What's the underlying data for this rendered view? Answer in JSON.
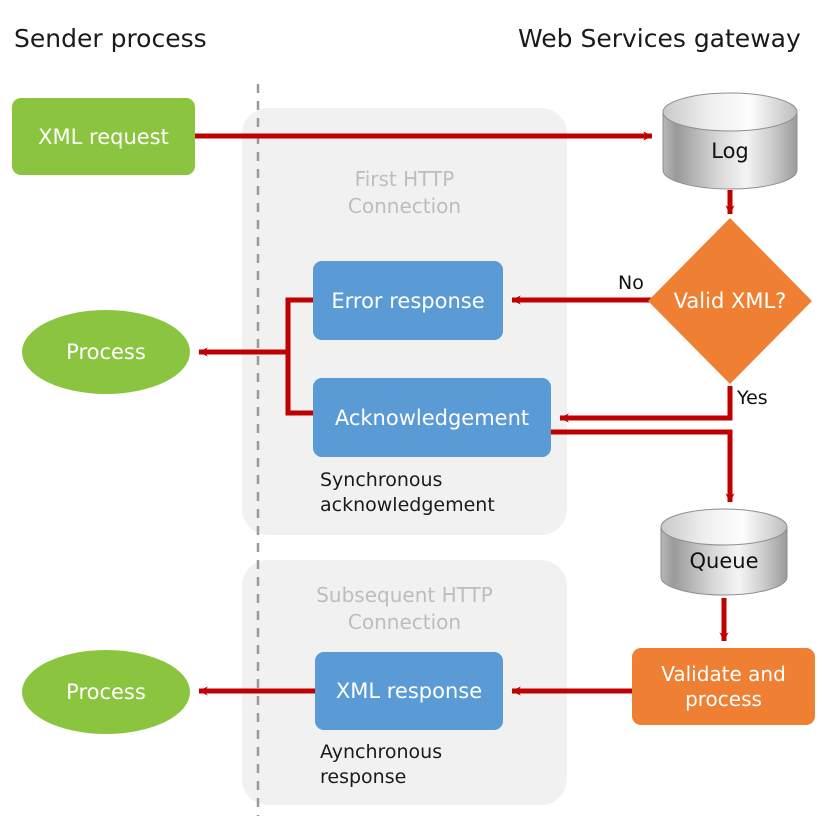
{
  "headers": {
    "left": "Sender process",
    "right": "Web Services gateway"
  },
  "panels": [
    {
      "label": "First HTTP\nConnection"
    },
    {
      "label": "Subsequent HTTP\nConnection"
    }
  ],
  "nodes": {
    "xml_request": "XML request",
    "log": "Log",
    "valid_xml": "Valid XML?",
    "error_response": "Error response",
    "acknowledgement": "Acknowledgement",
    "process_top": "Process",
    "queue": "Queue",
    "validate_and_process": "Validate and\nprocess",
    "xml_response": "XML response",
    "process_bottom": "Process"
  },
  "captions": {
    "sync": "Synchronous\nacknowledgement",
    "async": "Aynchronous\nresponse"
  },
  "edge_labels": {
    "no": "No",
    "yes": "Yes"
  },
  "colors": {
    "green": "#8bc53f",
    "blue": "#5b9bd5",
    "orange": "#ef8033",
    "arrow_red": "#c00000",
    "panel_gray": "#f1f1f1",
    "panel_text_gray": "#bdbdbd",
    "divider_gray": "#9a9a9a",
    "cylinder_light": "#f2f2f2",
    "cylinder_dark": "#8e8e8e"
  }
}
